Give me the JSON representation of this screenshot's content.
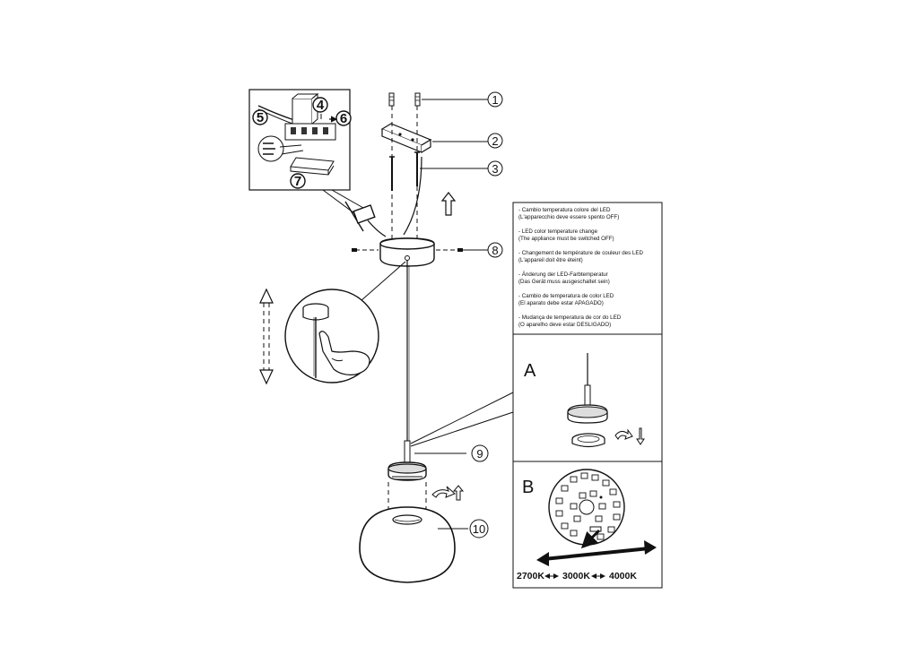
{
  "callouts": {
    "c1": "1",
    "c2": "2",
    "c3": "3",
    "c4": "4",
    "c5": "5",
    "c6": "6",
    "c7": "7",
    "c8": "8",
    "c9": "9",
    "c10": "10"
  },
  "panel_text": {
    "it_title": "- Cambio temperatura colore del LED",
    "it_note": "(L'apparecchio deve essere spento OFF)",
    "en_title": "- LED color temperature change",
    "en_note": "(The appliance must be switched OFF)",
    "fr_title": "- Changement de température de couleur des LED",
    "fr_note": "(L'appareil doit être éteint)",
    "de_title": "- Änderung der LED-Farbtemperatur",
    "de_note": "(Das Gerät muss ausgeschaltet sein)",
    "es_title": "- Cambio de temperatura de color LED",
    "es_note": "(El aparato debe estar APAGADO)",
    "pt_title": "- Mudança de temperatura de cor do LED",
    "pt_note": "(O aparelho deve estar DESLIGADO)"
  },
  "panels": {
    "a_label": "A",
    "b_label": "B"
  },
  "color_temps": {
    "k1": "2700K",
    "k2": "3000K",
    "k3": "4000K"
  }
}
